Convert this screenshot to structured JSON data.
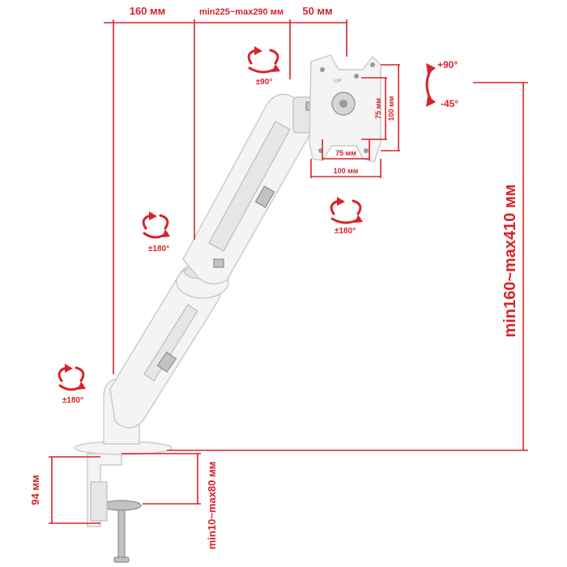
{
  "dimensions": {
    "top_left": "160 мм",
    "top_middle": "min225~max290 мм",
    "top_right": "50 мм",
    "height_range": "min160~max410 мм",
    "clamp_height": "94 мм",
    "desk_thickness": "min10~max80 мм",
    "vesa_small_h": "75 мм",
    "vesa_large_h": "100 мм",
    "vesa_small_v": "75 мм",
    "vesa_large_v": "100 мм"
  },
  "rotations": {
    "base": "±180°",
    "elbow": "±180°",
    "head_swivel": "±90°",
    "head_rotate": "±180°",
    "tilt_up": "+90°",
    "tilt_down": "-45°"
  },
  "labels": {
    "vesa_mark": "UP"
  },
  "colors": {
    "accent": "#d8232a",
    "product": "#f4f4f4"
  }
}
